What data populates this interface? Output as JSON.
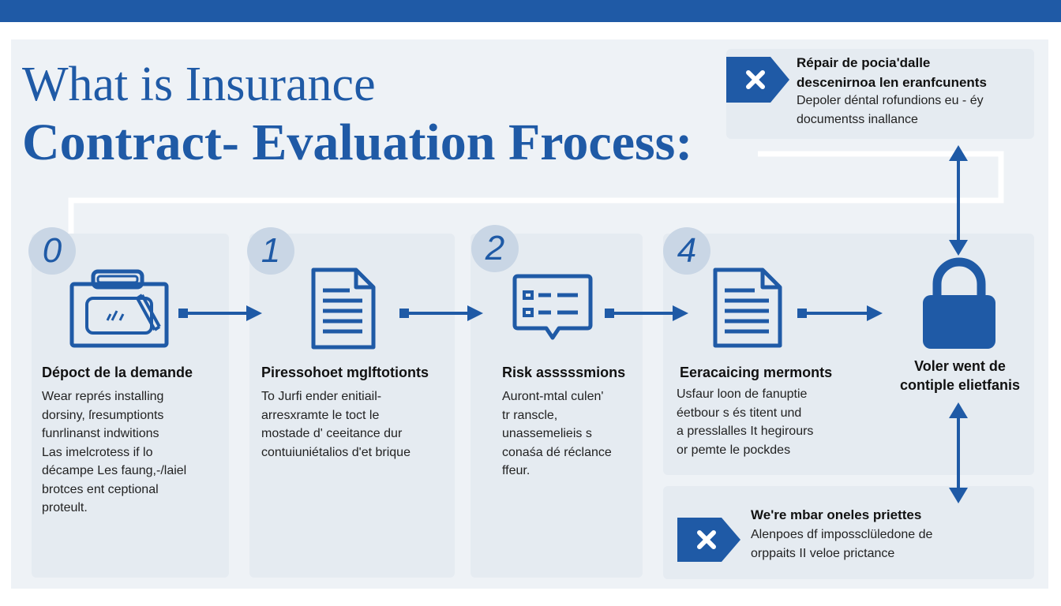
{
  "title": {
    "line1": "What  is Insurance",
    "line2": "Contract- Evaluation Frocess:"
  },
  "steps": [
    {
      "number": "0",
      "icon": "briefcase-icon",
      "title": "Dépoct de la demande",
      "body": [
        "Wear représ installing",
        "dorsiny, ſresumptionts",
        "funrlinanst indwitions",
        "Las imelcrotess if lo",
        "décampe Les faung,-/laiel",
        "brotces ent ceptional",
        "proteult."
      ]
    },
    {
      "number": "1",
      "icon": "document-icon",
      "title": "Piressohoet mglftotionts",
      "body": [
        "To Jurfi ender enitiail-",
        "arresxramte le toct le",
        "mostade d' ceeitance dur",
        "contuiuniétalios d'et brique"
      ]
    },
    {
      "number": "2",
      "icon": "form-window-icon",
      "title": "Risk asssssmions",
      "body": [
        "Auront-mtal culen'",
        "tr ranscle,",
        "unassemelieis s",
        "conaśa dé réclance",
        "ffeur."
      ]
    },
    {
      "number": "4",
      "icon": "document-icon",
      "title": "Eeracaicing mermonts",
      "body": [
        "Usfaur loon de fanuptie",
        "éetbour s és titent und",
        "a presslalles It hegirours",
        "or pemte le pockdes"
      ]
    }
  ],
  "final": {
    "icon": "padlock-icon",
    "title": [
      "Voler went de",
      "contiple elietfanis"
    ]
  },
  "note_top": {
    "icon": "close-icon",
    "title": [
      "Répair de pocia'dalle",
      "descenirnoa len eranfcunents"
    ],
    "body": [
      "Depoler déntal rofundions eu - éy",
      "documentss inallance"
    ]
  },
  "note_bottom": {
    "icon": "close-icon",
    "title": [
      "We're mbar oneles priettes"
    ],
    "body": [
      "Alenpoes df impossclüledone de",
      "orppaits II veloe prictance"
    ]
  },
  "colors": {
    "accent": "#1f5aa6",
    "panel": "#eef2f6",
    "card": "#e5ebf1",
    "badge": "#c9d6e5",
    "connector": "#ffffff"
  }
}
